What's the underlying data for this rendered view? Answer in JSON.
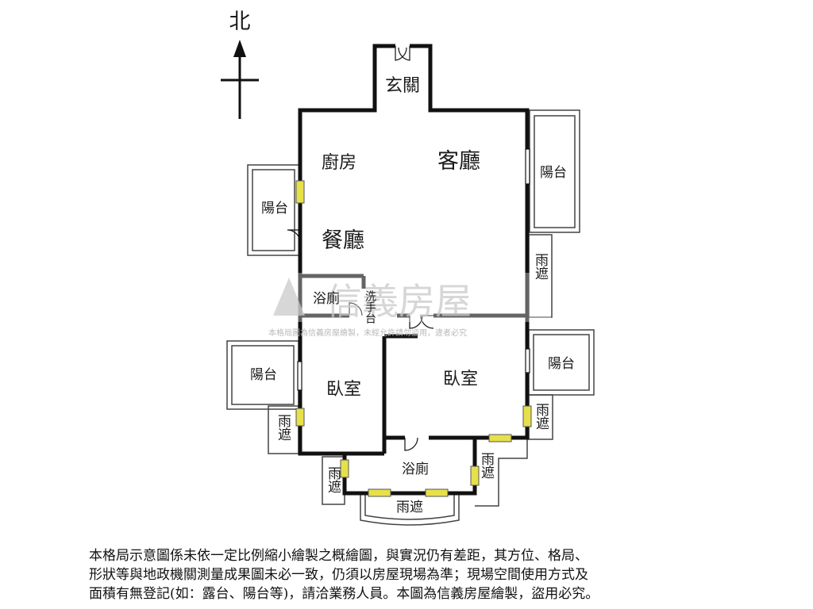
{
  "compass": {
    "label": "北"
  },
  "rooms": {
    "entrance": "玄關",
    "kitchen": "廚房",
    "living_room": "客廳",
    "dining_room": "餐廳",
    "balcony_west": "陽台",
    "balcony_east": "陽台",
    "balcony_sw": "陽台",
    "balcony_se": "陽台",
    "rain_shelter_east_upper": "雨遮",
    "rain_shelter_west_lower": "雨遮",
    "rain_shelter_east_lower": "雨遮",
    "rain_shelter_bottom_left": "雨遮",
    "rain_shelter_bottom_right": "雨遮",
    "rain_shelter_bottom": "雨遮",
    "bathroom_upper": "浴廁",
    "washbasin": "洗手台",
    "bedroom_left": "臥室",
    "bedroom_right": "臥室",
    "bathroom_lower": "浴廁"
  },
  "watermark": {
    "brand": "信義房屋",
    "notice": "本格局圖為信義房屋繪製，未經允許請勿盜用，違者必究"
  },
  "disclaimer": {
    "line1": "本格局示意圖係未依一定比例縮小繪製之概繪圖，與實況仍有差距，其方位、格局、",
    "line2": "形狀等與地政機關測量成果圖未必一致，仍須以房屋現場為準；現場空間使用方式及",
    "line3": "面積有無登記(如：露台、陽台等)，請洽業務人員。本圖為信義房屋繪製，盜用必究。"
  },
  "colors": {
    "wall": "#111111",
    "outline": "#444444",
    "window": "#e6e04a",
    "watermark": "#c9c9c9"
  }
}
